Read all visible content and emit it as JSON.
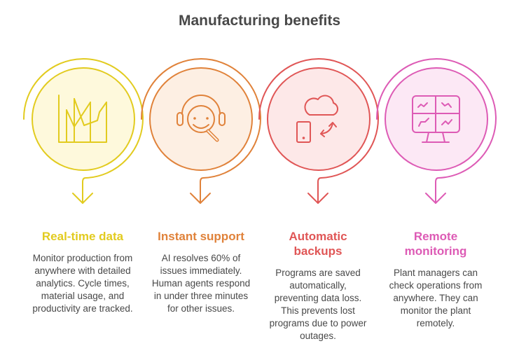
{
  "title": "Manufacturing benefits",
  "items": [
    {
      "heading": "Real-time data",
      "description": "Monitor production from anywhere with detailed analytics. Cycle times, material usage, and productivity are tracked.",
      "icon": "line-chart-icon",
      "color": "#E2CB1F",
      "fill": "#FEF9DC"
    },
    {
      "heading": "Instant support",
      "description": "AI resolves 60% of issues immediately. Human agents respond in under three minutes for other issues.",
      "icon": "support-agent-icon",
      "color": "#E0823A",
      "fill": "#FDEFE3"
    },
    {
      "heading": "Automatic backups",
      "description": "Programs are saved automatically, preventing data loss. This prevents lost programs due to power outages.",
      "icon": "cloud-sync-icon",
      "color": "#E05656",
      "fill": "#FDE8E8"
    },
    {
      "heading": "Remote monitoring",
      "description": "Plant managers can check operations from anywhere. They can monitor the plant remotely.",
      "icon": "monitor-dashboard-icon",
      "color": "#DD5BB5",
      "fill": "#FCE8F5"
    }
  ]
}
